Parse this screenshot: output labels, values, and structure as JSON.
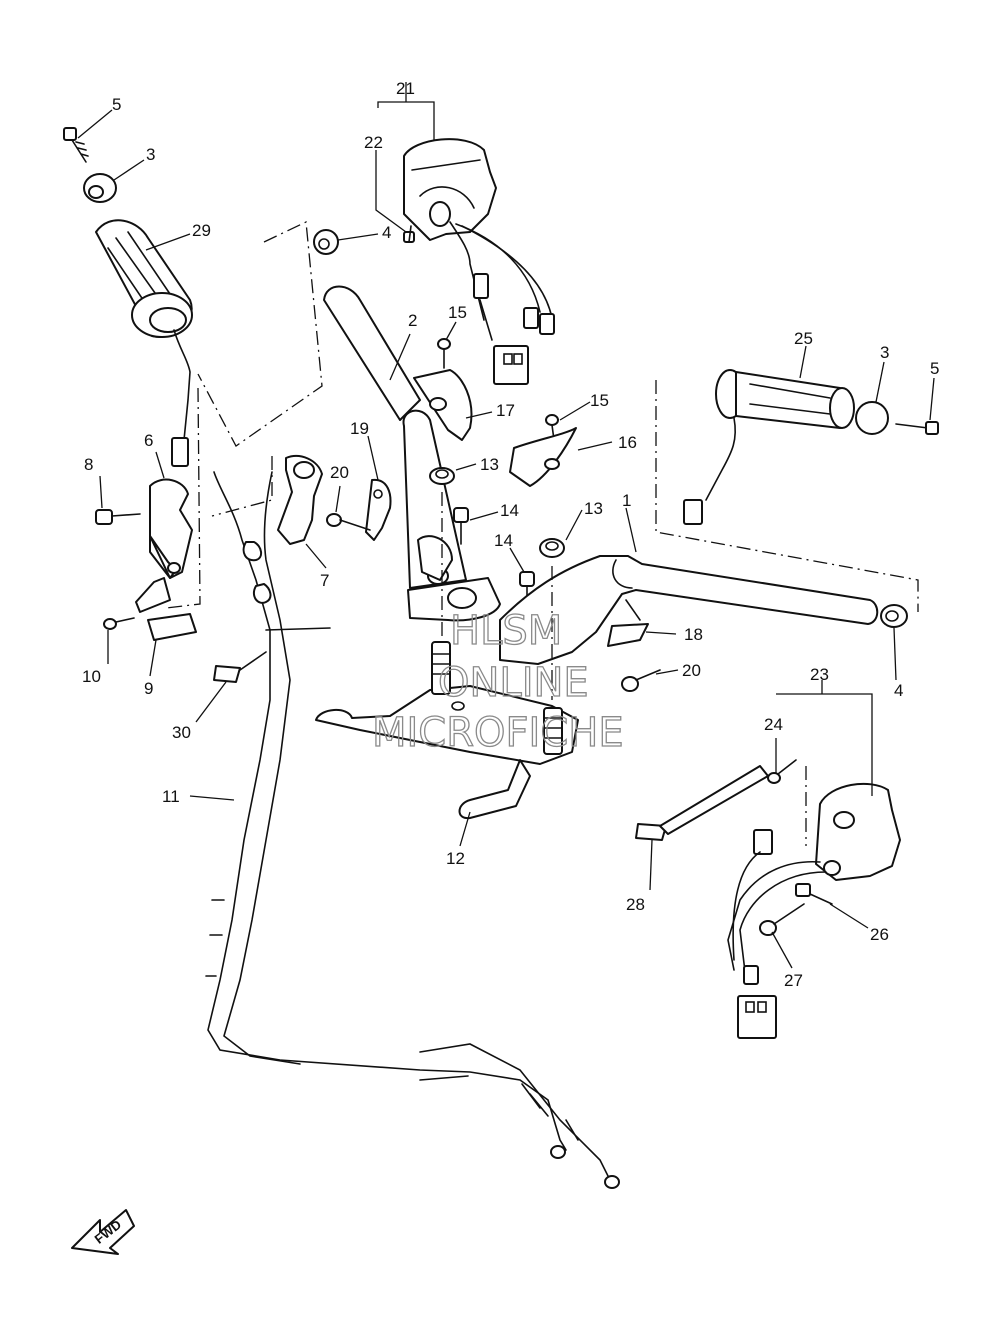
{
  "callouts": {
    "c1": "1",
    "c2": "2",
    "c3a": "3",
    "c3b": "3",
    "c4a": "4",
    "c4b": "4",
    "c5a": "5",
    "c5b": "5",
    "c6": "6",
    "c7": "7",
    "c8": "8",
    "c9": "9",
    "c10": "10",
    "c11": "11",
    "c12": "12",
    "c13a": "13",
    "c13b": "13",
    "c14a": "14",
    "c14b": "14",
    "c15a": "15",
    "c15b": "15",
    "c16": "16",
    "c17": "17",
    "c18": "18",
    "c19": "19",
    "c20a": "20",
    "c20b": "20",
    "c21": "21",
    "c22": "22",
    "c23": "23",
    "c24": "24",
    "c25": "25",
    "c26": "26",
    "c27": "27",
    "c28": "28",
    "c29": "29",
    "c30": "30"
  },
  "watermark": {
    "line1": "HLSM",
    "line2": "ONLINE",
    "line3": "MICROFICHE"
  },
  "fwd_label": "FWD",
  "colors": {
    "line": "#111111",
    "watermark": "#8a8a8a",
    "background": "#ffffff"
  }
}
